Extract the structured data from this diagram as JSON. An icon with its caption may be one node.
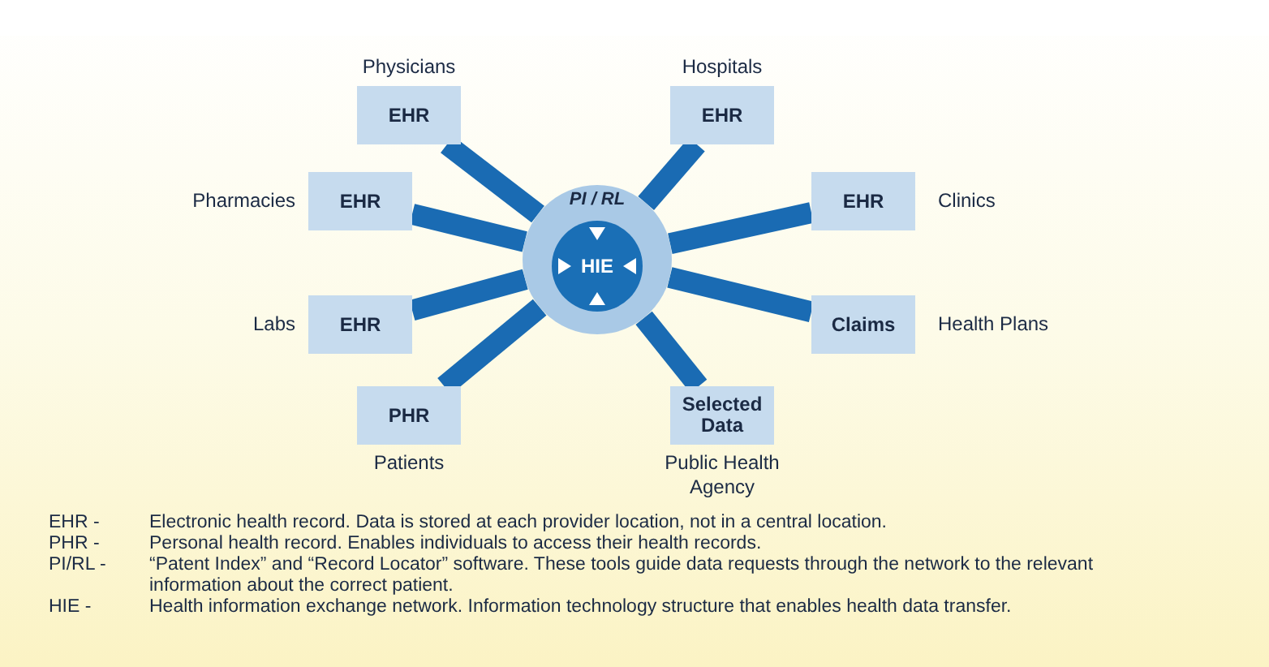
{
  "diagram": {
    "nodes": [
      {
        "text": [
          "PI / RL"
        ]
      },
      {
        "text": [
          "HIE"
        ],
        "in": 0
      },
      {
        "text": [
          "EHR"
        ],
        "beside": [
          "Physicians"
        ]
      },
      {
        "text": [
          "EHR"
        ],
        "beside": [
          "Hospitals"
        ]
      },
      {
        "text": [
          "EHR"
        ],
        "beside": [
          "Pharmacies"
        ]
      },
      {
        "text": [
          "EHR"
        ],
        "beside": [
          "Clinics"
        ]
      },
      {
        "text": [
          "EHR"
        ],
        "beside": [
          "Labs"
        ]
      },
      {
        "text": [
          "Claims"
        ],
        "beside": [
          "Health Plans"
        ]
      },
      {
        "text": [
          "PHR"
        ],
        "beside": [
          "Patients"
        ]
      },
      {
        "text": [
          "Selected Data"
        ],
        "beside": [
          "Public Health Agency"
        ]
      }
    ],
    "edges": [
      {
        "from": 0,
        "to": 2,
        "arrow": "none"
      },
      {
        "from": 0,
        "to": 3,
        "arrow": "none"
      },
      {
        "from": 0,
        "to": 4,
        "arrow": "none"
      },
      {
        "from": 0,
        "to": 5,
        "arrow": "none"
      },
      {
        "from": 0,
        "to": 6,
        "arrow": "none"
      },
      {
        "from": 0,
        "to": 7,
        "arrow": "none"
      },
      {
        "from": 0,
        "to": 8,
        "arrow": "none"
      },
      {
        "from": 0,
        "to": 9,
        "arrow": "none"
      }
    ],
    "labels": [
      "EHR -",
      "Electronic health record. Data is stored at each provider location, not in a central location.",
      "PHR -",
      "Personal health record. Enables individuals to access their health records.",
      "PI/RL -",
      "“Patent Index” and “Record Locator” software. These tools guide data requests through the network to the relevant information about the correct patient.",
      "HIE -",
      "Health information exchange network. Information technology structure that enables health data transfer."
    ]
  }
}
